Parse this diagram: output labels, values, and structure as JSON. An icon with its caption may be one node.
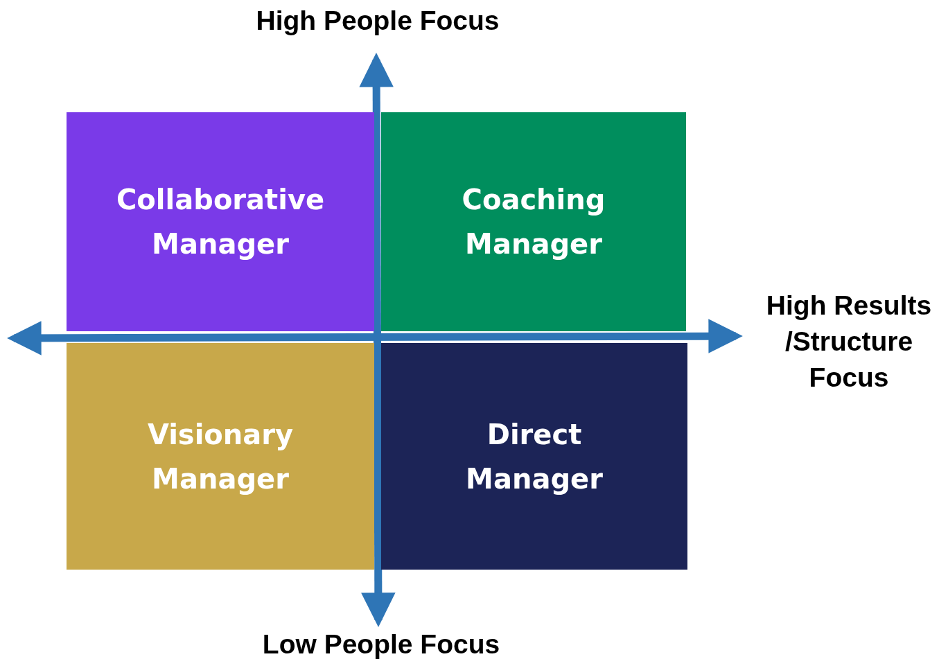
{
  "diagram": {
    "nodes": [
      {
        "text": [
          "Collaborative Manager"
        ]
      },
      {
        "text": [
          "Coaching Manager"
        ]
      },
      {
        "text": [
          "Visionary Manager"
        ]
      },
      {
        "text": [
          "Direct Manager"
        ]
      }
    ],
    "labels": [
      "High People Focus",
      "High Results /Structure Focus",
      "Low People Focus"
    ]
  }
}
